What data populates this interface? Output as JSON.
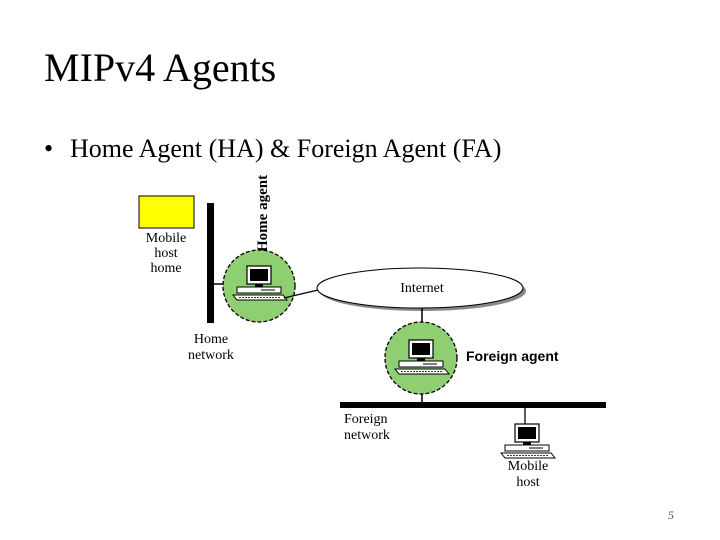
{
  "slide": {
    "title": "MIPv4 Agents",
    "bullet": "Home Agent (HA) & Foreign Agent (FA)",
    "page_number": "5"
  },
  "diagram": {
    "home_agent_label": "Home agent",
    "mobile_host_home_lines": [
      "Mobile",
      "host",
      "home"
    ],
    "home_network_lines": [
      "Home",
      "network"
    ],
    "internet_label": "Internet",
    "foreign_agent_label": "Foreign agent",
    "foreign_network_lines": [
      "Foreign",
      "network"
    ],
    "mobile_host_lines": [
      "Mobile",
      "host"
    ],
    "colors": {
      "mobile_host_home_fill": "#ffff00",
      "agent_circle_fill": "#8fcf72",
      "network_line": "#000000"
    }
  }
}
